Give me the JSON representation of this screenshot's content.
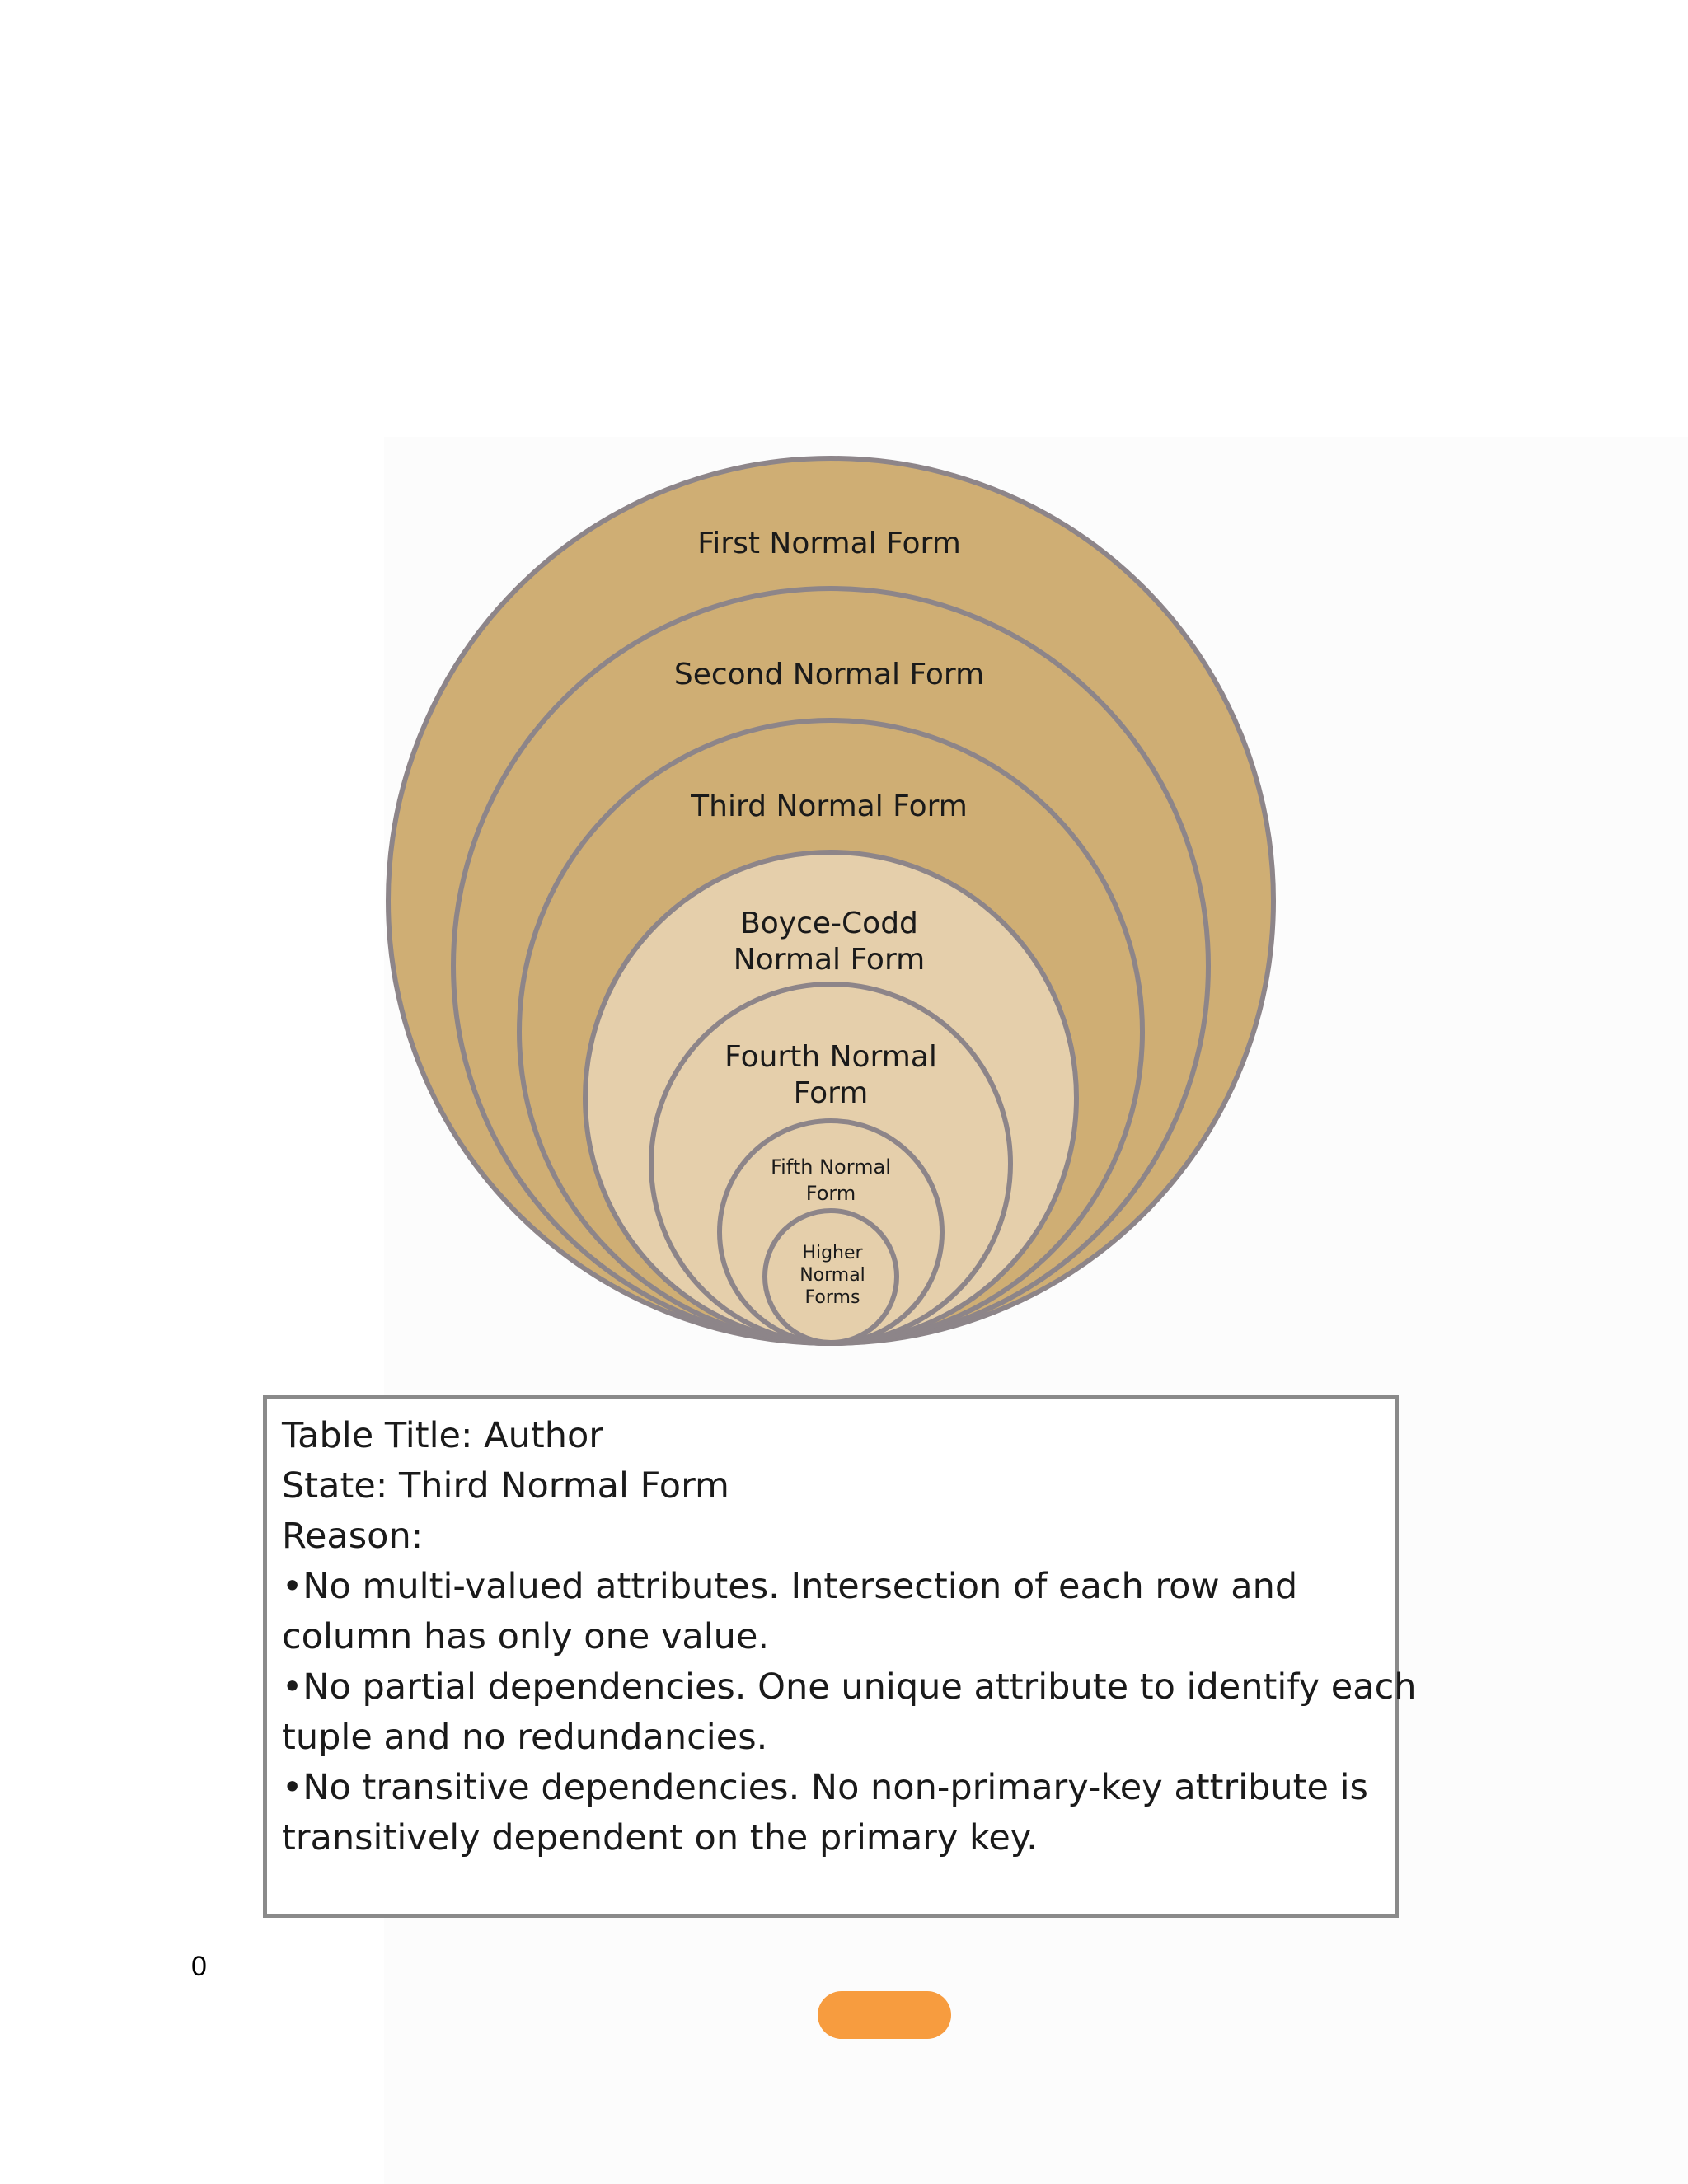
{
  "diagram": {
    "colors": {
      "outer_fill": "#cfae74",
      "inner_fill": "#e5cfab",
      "stroke": "#8d8589"
    },
    "levels": [
      {
        "label": "First Normal Form"
      },
      {
        "label": "Second Normal Form"
      },
      {
        "label": "Third Normal Form"
      },
      {
        "label_line1": "Boyce-Codd",
        "label_line2": "Normal Form"
      },
      {
        "label_line1": "Fourth Normal",
        "label_line2": "Form"
      },
      {
        "label_line1": "Fifth Normal",
        "label_line2": "Form"
      },
      {
        "label_line1": "Higher",
        "label_line2": "Normal",
        "label_line3": "Forms"
      }
    ]
  },
  "info": {
    "table_title": "Table Title:  Author",
    "state": "State:  Third Normal Form",
    "reason_label": "Reason:",
    "bullets": [
      {
        "line1": "•No multi-valued attributes.  Intersection of each row and",
        "line2": "column has only one value."
      },
      {
        "line1": "•No partial dependencies.  One unique attribute to identify each",
        "line2": "tuple and no redundancies."
      },
      {
        "line1": "•No transitive dependencies.  No non-primary-key attribute is",
        "line2": "transitively dependent on the primary key."
      }
    ]
  },
  "footer": {
    "page_number": "0",
    "marker_color": "#f79c3f"
  }
}
